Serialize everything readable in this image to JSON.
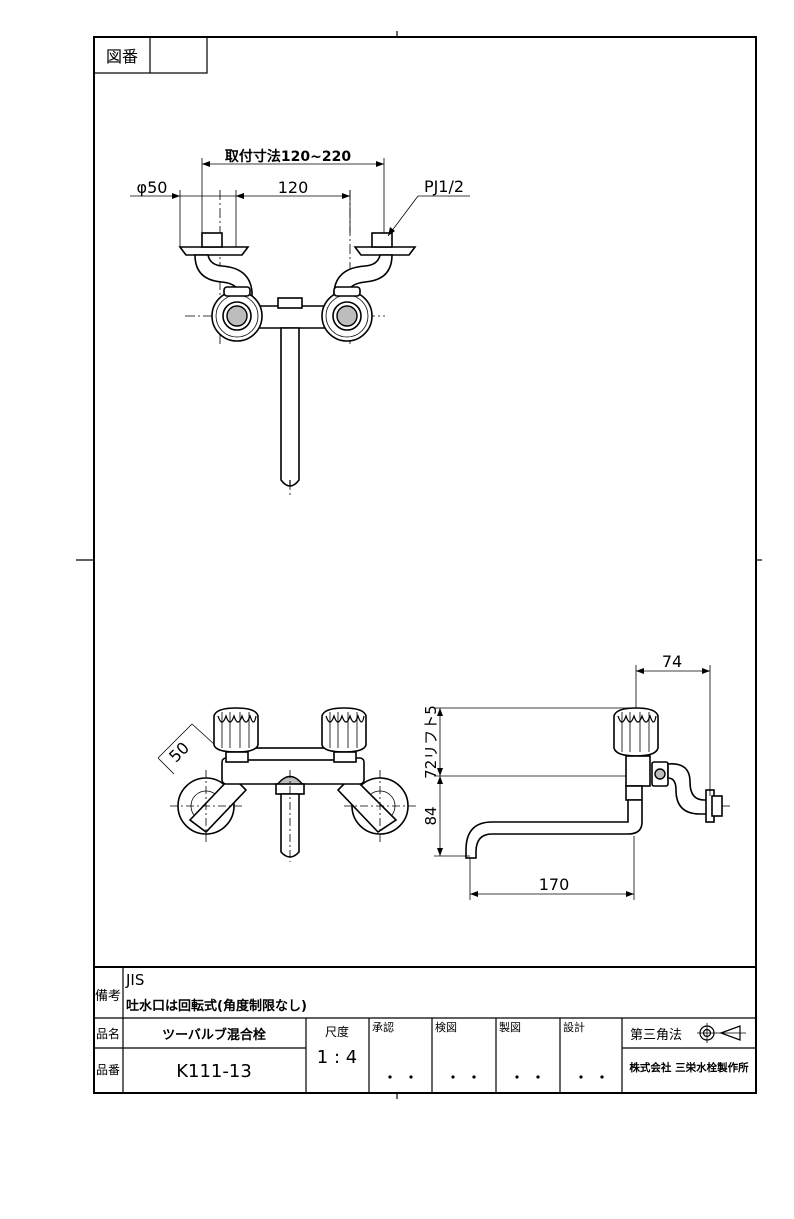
{
  "frame": {
    "drawing_number_label": "図番",
    "drawing_number_value": ""
  },
  "dimensions": {
    "mounting_range": "取付寸法120~220",
    "diameter": "φ50",
    "center_spacing": "120",
    "thread": "PJ1/2",
    "spout_offset": "74",
    "handle_lift": "72リフト5",
    "height_84": "84",
    "spout_length": "170",
    "front_angle_50": "50"
  },
  "title_block": {
    "remarks_label": "備考",
    "remarks_line1": "JIS",
    "remarks_line2": "吐水口は回転式(角度制限なし)",
    "product_name_label": "品名",
    "product_name": "ツーバルブ混合栓",
    "product_number_label": "品番",
    "product_number": "K111-13",
    "scale_label": "尺度",
    "scale_value": "1 : 4",
    "approval_label": "承認",
    "inspection_label": "検図",
    "drafting_label": "製図",
    "design_label": "設計",
    "projection_label": "第三角法",
    "company": "株式会社 三栄水栓製作所"
  }
}
